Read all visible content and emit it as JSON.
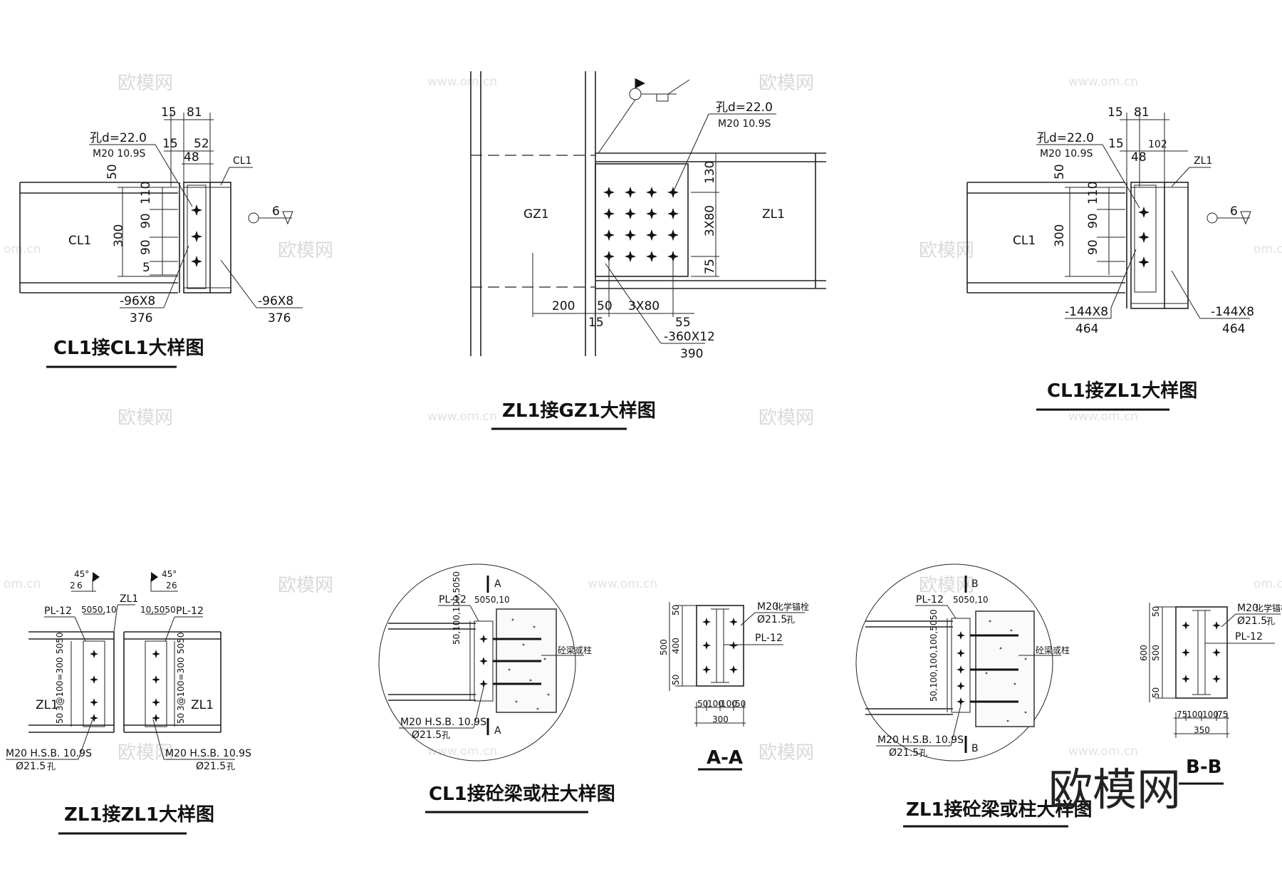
{
  "watermarks": {
    "brand_small": "欧模网",
    "url": "www.om.cn",
    "url_cut": "om.cn"
  },
  "brand": "欧模网",
  "d1": {
    "title": "CL1接CL1大样图",
    "dim_15": "15",
    "dim_81": "81",
    "hole": "孔d=22.0",
    "bolt": "M20 10.9S",
    "dim_15b": "15",
    "dim_52": "52",
    "dim_48": "48",
    "ref_cl1": "CL1",
    "dim_50": "50",
    "dim_300": "300",
    "dim_110": "110",
    "dim_90a": "90",
    "dim_90b": "90",
    "dim_5": "5",
    "beam_label": "CL1",
    "weld": "6",
    "plate_l": "-96X8",
    "plate_l_len": "376",
    "plate_r": "-96X8",
    "plate_r_len": "376"
  },
  "d2": {
    "title": "ZL1接GZ1大样图",
    "hole": "孔d=22.0",
    "bolt": "M20 10.9S",
    "col_label": "GZ1",
    "beam_label": "ZL1",
    "dim_130": "130",
    "dim_3x80v": "3X80",
    "dim_75": "75",
    "dim_200": "200",
    "dim_50": "50",
    "dim_3x80h": "3X80",
    "dim_15": "15",
    "dim_55": "55",
    "plate": "-360X12",
    "plate_len": "390"
  },
  "d3": {
    "title": "CL1接ZL1大样图",
    "dim_15": "15",
    "dim_81": "81",
    "hole": "孔d=22.0",
    "bolt": "M20 10.9S",
    "dim_15b": "15",
    "dim_102": "102",
    "dim_48": "48",
    "ref_zl1": "ZL1",
    "dim_50": "50",
    "dim_300": "300",
    "dim_110": "110",
    "dim_90a": "90",
    "dim_90b": "90",
    "beam_label": "CL1",
    "weld": "6",
    "plate_l": "-144X8",
    "plate_l_len": "464",
    "plate_r": "-144X8",
    "plate_r_len": "464"
  },
  "d4": {
    "title": "ZL1接ZL1大样图",
    "angle_l": "45°",
    "angle_r": "45°",
    "w2": "2",
    "w6": "6",
    "w2b": "2",
    "w6b": "6",
    "pl_l": "PL-12",
    "pl_r": "PL-12",
    "ref_zl1": "ZL1",
    "dims_l": "5050,10",
    "dims_r": "10,5050",
    "dim_5050l": "5050",
    "dim_5050r": "5050",
    "dim_3100l": "3@100=300",
    "dim_3100r": "3@100=300",
    "dim_50l": "50",
    "dim_50r": "50",
    "beam_l": "ZL1",
    "beam_r": "ZL1",
    "bolt_l": "M20 H.S.B. 10.9S",
    "hole_l": "Ø21.5",
    "kong_l": "孔",
    "bolt_r": "M20 H.S.B. 10.9S",
    "hole_r": "Ø21.5",
    "kong_r": "孔"
  },
  "d5": {
    "title": "CL1接砼梁或柱大样图",
    "pl": "PL-12",
    "dims_top": "5050,10",
    "sec_a1": "A",
    "sec_a2": "A",
    "dims_v": "50,100,100,5050",
    "conc_label": "砼梁或柱",
    "bolt": "M20 H.S.B. 10.9S",
    "hole": "Ø21.5",
    "kong": "孔"
  },
  "d6": {
    "title": "A-A",
    "anchor": "M20",
    "anchor_sub": "化学锚栓",
    "hole": "Ø21.5",
    "kong": "孔",
    "pl": "PL-12",
    "dim_50t": "50",
    "dim_400": "400",
    "dim_500": "500",
    "dim_50b": "50",
    "dims_h": [
      "50",
      "100",
      "100",
      "50"
    ],
    "dim_300": "300"
  },
  "d7": {
    "title": "ZL1接砼梁或柱大样图",
    "pl": "PL-12",
    "dims_top": "5050,10",
    "sec_b1": "B",
    "sec_b2": "B",
    "dims_v": "50,100,100,100,5050",
    "conc_label": "砼梁或柱",
    "bolt": "M20 H.S.B. 10.9S",
    "hole": "Ø21.5",
    "kong": "孔"
  },
  "d8": {
    "title": "B-B",
    "anchor": "M20",
    "anchor_sub": "化学锚栓",
    "hole": "Ø21.5",
    "kong": "孔",
    "pl": "PL-12",
    "dim_50t": "50",
    "dim_500": "500",
    "dim_600": "600",
    "dim_50b": "50",
    "dims_h": [
      "75",
      "100",
      "100",
      "75"
    ],
    "dim_350": "350"
  }
}
